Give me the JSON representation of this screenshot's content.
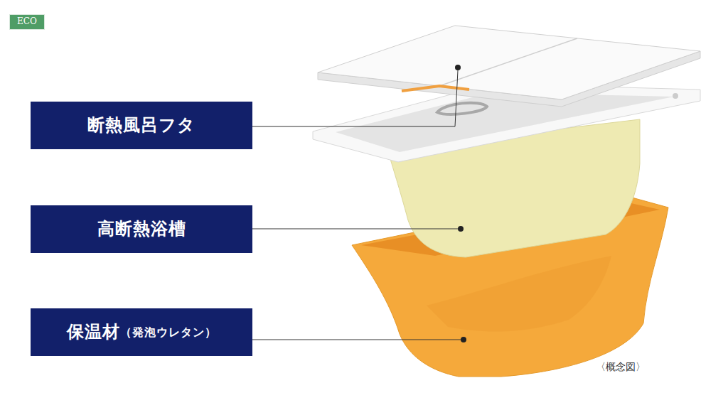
{
  "diagram": {
    "nodes": [
      {
        "text": [
          "ECO"
        ]
      },
      {
        "text": [
          "断熱風呂フタ"
        ]
      },
      {
        "text": [
          "高断熱浴槽"
        ]
      },
      {
        "text": [
          "保温材",
          "（発泡ウレタン）"
        ]
      }
    ],
    "labels": [
      "〈概念図〉"
    ]
  }
}
